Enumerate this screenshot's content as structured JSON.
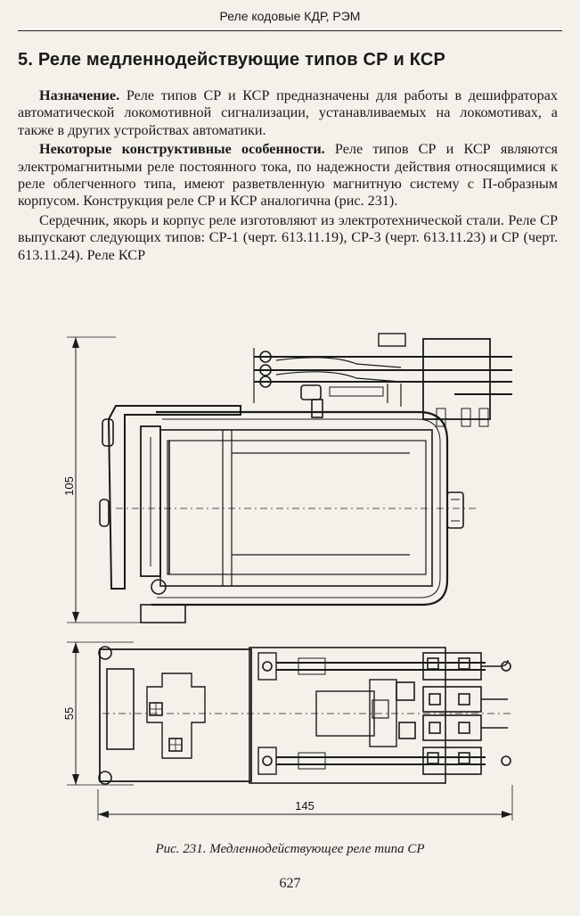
{
  "header": {
    "running_head": "Реле кодовые КДР, РЭМ"
  },
  "section": {
    "title": "5. Реле медленнодействующие типов СР и КСР"
  },
  "paragraphs": [
    {
      "lead": "Назначение.",
      "text": " Реле типов СР и КСР предназначены для работы в дешифраторах автоматической локомотивной сигнализации, устанавливаемых на локомотивах, а также в других устройствах автоматики."
    },
    {
      "lead": "Некоторые конструктивные особенности.",
      "text": " Реле типов СР и КСР являются электромагнитными реле постоянного тока, по надежности действия относящимися к реле облегченного типа, имеют разветвленную магнитную систему с П-образным корпусом. Конструкция реле СР и КСР аналогична (рис. 231)."
    },
    {
      "lead": "",
      "text": "Сердечник, якорь и корпус реле изготовляют из электротехнической стали. Реле СР выпускают следующих типов: СР-1 (черт. 613.11.19), СР-3 (черт. 613.11.23) и СР (черт. 613.11.24). Реле КСР"
    }
  ],
  "figure": {
    "dimensions": {
      "height_top": "105",
      "height_bottom": "55",
      "width_bottom": "145"
    },
    "caption": "Рис. 231. Медленнодействующее реле типа СР"
  },
  "footer": {
    "page_number": "627"
  }
}
